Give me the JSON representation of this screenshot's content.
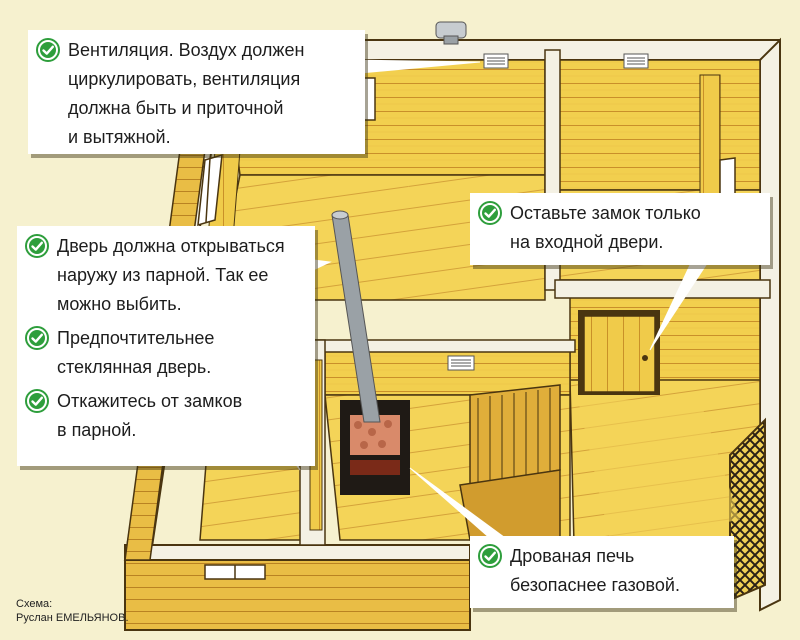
{
  "callouts": {
    "ventilation": {
      "lines": [
        "Вентиляция. Воздух должен",
        "циркулировать, вентиляция",
        "должна быть и приточной",
        "и вытяжной."
      ]
    },
    "door": {
      "items": [
        {
          "lines": [
            "Дверь должна открываться",
            "наружу из парной. Так ее",
            "можно выбить."
          ]
        },
        {
          "lines": [
            "Предпочтительнее",
            "стеклянная дверь."
          ]
        },
        {
          "lines": [
            "Откажитесь от замков",
            "в парной."
          ]
        }
      ]
    },
    "lock": {
      "lines": [
        "Оставьте замок только",
        "на входной двери."
      ]
    },
    "stove": {
      "lines": [
        "Дрованая печь",
        "безопаснее газовой."
      ]
    }
  },
  "credit": {
    "label": "Схема:",
    "author": "Руслан ЕМЕЛЬЯНОВ."
  },
  "colors": {
    "background": "#f6f1cf",
    "wood_light": "#f2cf4e",
    "wood_mid": "#e3b53a",
    "wood_dark": "#c98f2a",
    "wall_top": "#f4f1e4",
    "outline": "#4a3510",
    "check_green": "#2e9e3c",
    "stove": "#1f1a15",
    "stones": "#d98a6a"
  },
  "icons": [
    "check-icon",
    "window-icon",
    "vent-grille-icon",
    "chimney-pipe-icon",
    "stove-icon",
    "door-icon",
    "bench-icon",
    "lattice-icon"
  ]
}
